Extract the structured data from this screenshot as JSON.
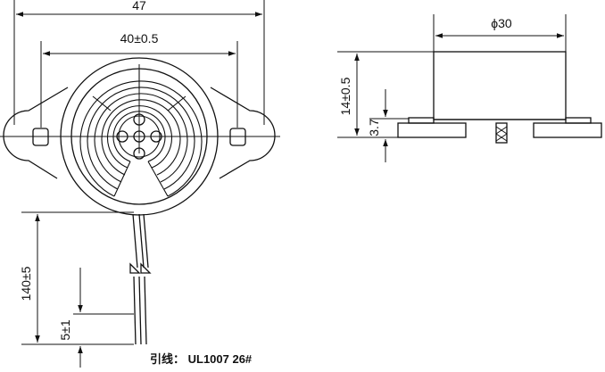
{
  "dimensions": {
    "overall_width": "47",
    "hole_spacing": "40±0.5",
    "diameter": "ϕ30",
    "height": "14±0.5",
    "base_height": "3.7",
    "lead_length": "140±5",
    "strip_length": "5±1"
  },
  "lead_wire_label": "引线：  UL1007 26#"
}
